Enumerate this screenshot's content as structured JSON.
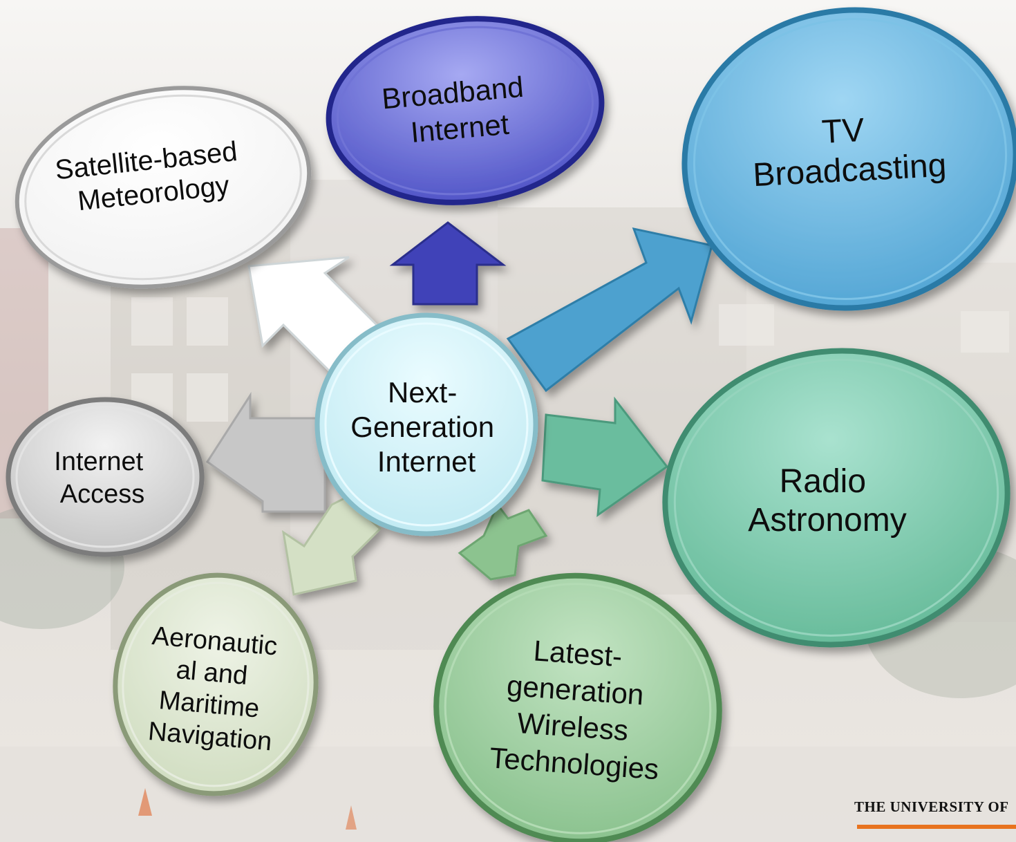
{
  "diagram": {
    "center": {
      "lines": [
        "Next-",
        "Generation",
        "Internet"
      ]
    },
    "nodes": [
      {
        "id": "satellite-meteorology",
        "lines": [
          "Satellite-based",
          "Meteorology"
        ]
      },
      {
        "id": "broadband-internet",
        "lines": [
          "Broadband",
          "Internet"
        ]
      },
      {
        "id": "tv-broadcasting",
        "lines": [
          "TV",
          "Broadcasting"
        ]
      },
      {
        "id": "radio-astronomy",
        "lines": [
          "Radio",
          "Astronomy"
        ]
      },
      {
        "id": "wireless-technologies",
        "lines": [
          "Latest-",
          "generation",
          "Wireless",
          "Technologies"
        ]
      },
      {
        "id": "navigation",
        "lines": [
          "Aeronautic",
          "al and",
          "Maritime",
          "Navigation"
        ]
      },
      {
        "id": "internet-access",
        "lines": [
          "Internet",
          "Access"
        ]
      }
    ]
  },
  "footer": {
    "text": "THE UNIVERSITY OF"
  },
  "colors": {
    "broadband": "#4b4fc4",
    "tv": "#4fa3d3",
    "radio": "#6cc0a2",
    "wireless": "#8cc38f",
    "navigation": "#d3dfc3",
    "internet_access": "#c8c8c8",
    "center": "#c6eef5",
    "footer_rule": "#e8731f"
  }
}
